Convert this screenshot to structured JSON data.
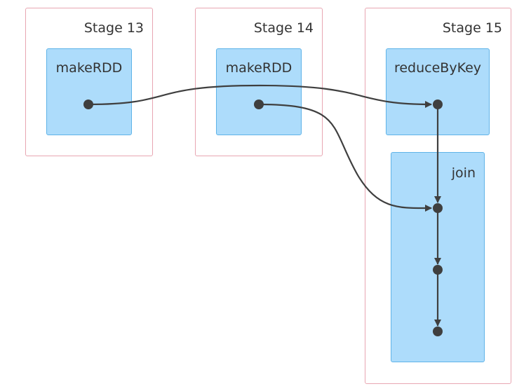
{
  "stages": [
    {
      "label": "Stage 13"
    },
    {
      "label": "Stage 14"
    },
    {
      "label": "Stage 15"
    }
  ],
  "operations": [
    {
      "label": "makeRDD"
    },
    {
      "label": "makeRDD"
    },
    {
      "label": "reduceByKey"
    },
    {
      "label": "join"
    }
  ],
  "colors": {
    "stage_border": "#e8a6b2",
    "op_fill": "#addcfb",
    "op_border": "#5fb3e8",
    "edge": "#3f3f3f"
  }
}
